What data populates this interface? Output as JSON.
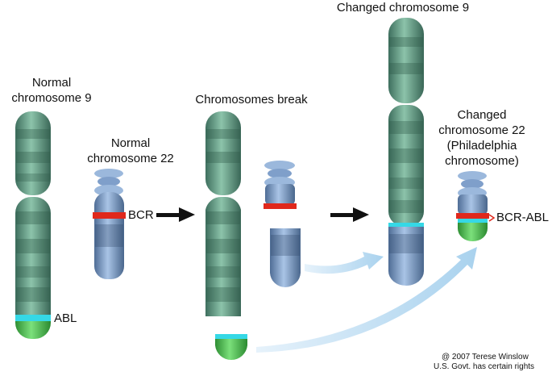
{
  "labels": {
    "normal9": [
      "Normal",
      "chromosome 9"
    ],
    "normal22": [
      "Normal",
      "chromosome 22"
    ],
    "break": "Chromosomes break",
    "changed9": "Changed chromosome 9",
    "changed22": [
      "Changed",
      "chromosome 22",
      "(Philadelphia",
      "chromosome)"
    ],
    "abl": "ABL",
    "bcr": "BCR",
    "bcr_abl": "BCR-ABL"
  },
  "credit": [
    "@ 2007 Terese Winslow",
    "U.S. Govt. has certain rights"
  ],
  "colors": {
    "chr9_green": "#6fa88f",
    "chr9_dark": "#416f5f",
    "chr22_blue": "#8fb0d6",
    "chr22_dark": "#55729a",
    "abl": "#35d8e6",
    "bcr": "#e0281c",
    "end_green": "#4cbb4c",
    "arrow_black": "#111111",
    "arrow_light": "#b9daf0"
  }
}
